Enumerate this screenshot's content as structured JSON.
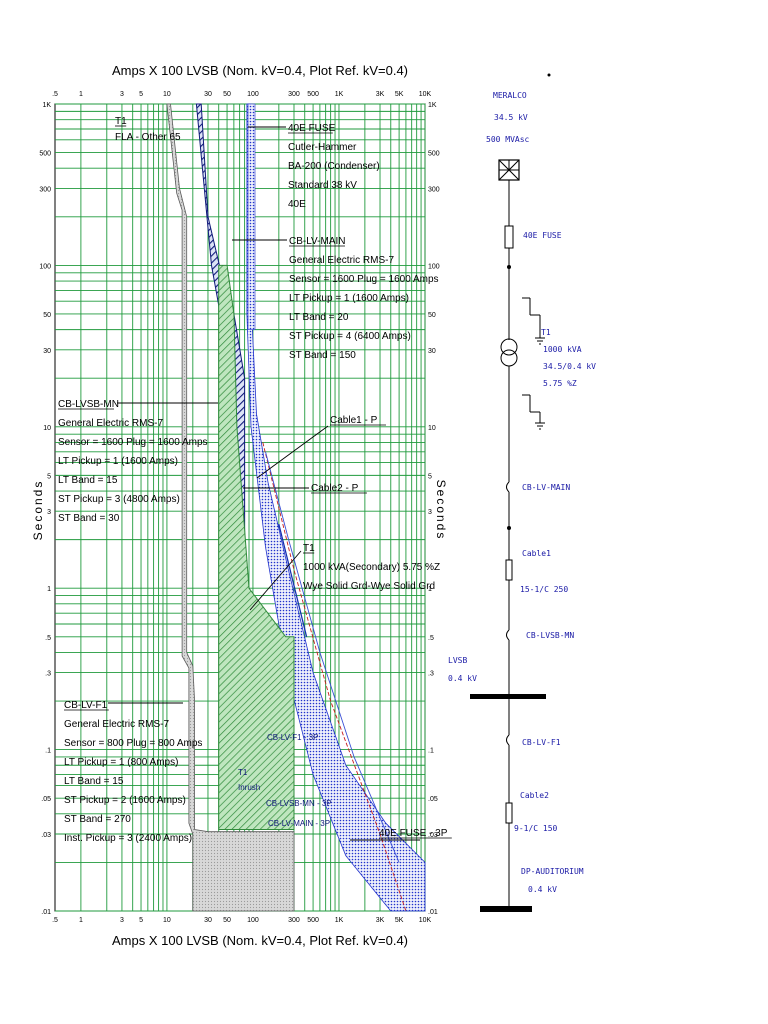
{
  "chart_data": {
    "type": "line",
    "title": "Amps  X  100   LVSB (Nom. kV=0.4, Plot Ref. kV=0.4)",
    "xlabel": "Amps  X  100   LVSB (Nom. kV=0.4, Plot Ref. kV=0.4)",
    "ylabel": "Seconds",
    "x_scale": "log",
    "y_scale": "log",
    "xlim": [
      0.5,
      10000
    ],
    "ylim": [
      0.01,
      1000
    ],
    "grid": true,
    "x_ticks": [
      {
        "v": 0.5,
        "t": ".5"
      },
      {
        "v": 1,
        "t": "1"
      },
      {
        "v": 3,
        "t": "3"
      },
      {
        "v": 5,
        "t": "5"
      },
      {
        "v": 10,
        "t": "10"
      },
      {
        "v": 30,
        "t": "30"
      },
      {
        "v": 50,
        "t": "50"
      },
      {
        "v": 100,
        "t": "100"
      },
      {
        "v": 300,
        "t": "300"
      },
      {
        "v": 500,
        "t": "500"
      },
      {
        "v": 1000,
        "t": "1K"
      },
      {
        "v": 3000,
        "t": "3K"
      },
      {
        "v": 5000,
        "t": "5K"
      },
      {
        "v": 10000,
        "t": "10K"
      }
    ],
    "y_ticks": [
      {
        "v": 1000,
        "t": "1K"
      },
      {
        "v": 500,
        "t": "500"
      },
      {
        "v": 300,
        "t": "300"
      },
      {
        "v": 100,
        "t": "100"
      },
      {
        "v": 50,
        "t": "50"
      },
      {
        "v": 30,
        "t": "30"
      },
      {
        "v": 10,
        "t": "10"
      },
      {
        "v": 5,
        "t": "5"
      },
      {
        "v": 3,
        "t": "3"
      },
      {
        "v": 1,
        "t": "1"
      },
      {
        "v": 0.5,
        "t": ".5"
      },
      {
        "v": 0.3,
        "t": ".3"
      },
      {
        "v": 0.1,
        "t": ".1"
      },
      {
        "v": 0.05,
        "t": ".05"
      },
      {
        "v": 0.03,
        "t": ".03"
      },
      {
        "v": 0.01,
        "t": ".01"
      }
    ],
    "x_grid": [
      1,
      2,
      3,
      4,
      5,
      6,
      7,
      8,
      9,
      10,
      20,
      30,
      40,
      50,
      60,
      70,
      80,
      90,
      100,
      200,
      300,
      400,
      500,
      600,
      700,
      800,
      900,
      1000,
      2000,
      3000,
      4000,
      5000,
      6000,
      7000,
      8000,
      9000,
      10000
    ],
    "y_grid": [
      0.01,
      0.02,
      0.03,
      0.04,
      0.05,
      0.06,
      0.07,
      0.08,
      0.09,
      0.1,
      0.2,
      0.3,
      0.4,
      0.5,
      0.6,
      0.7,
      0.8,
      0.9,
      1,
      2,
      3,
      4,
      5,
      6,
      7,
      8,
      9,
      10,
      20,
      30,
      40,
      50,
      60,
      70,
      80,
      90,
      100,
      200,
      300,
      400,
      500,
      600,
      700,
      800,
      900,
      1000
    ],
    "series": [
      {
        "name": "T1 FLA - Other 65",
        "color": "#c0c0c0",
        "points": [
          [
            11,
            1000
          ],
          [
            14,
            300
          ],
          [
            17,
            200
          ],
          [
            17,
            0.4
          ],
          [
            20,
            0.33
          ],
          [
            21,
            0.2
          ],
          [
            21,
            0.032
          ],
          [
            30,
            0.031
          ],
          [
            300,
            0.031
          ],
          [
            300,
            0.01
          ],
          [
            20,
            0.01
          ],
          [
            20,
            0.03
          ],
          [
            18,
            0.035
          ],
          [
            18,
            0.32
          ],
          [
            15,
            0.38
          ],
          [
            15,
            220
          ],
          [
            13,
            280
          ],
          [
            10,
            1000
          ]
        ]
      },
      {
        "name": "40E FUSE",
        "color": "#2233cc",
        "points": [
          [
            95,
            1000
          ],
          [
            95,
            60
          ],
          [
            110,
            12
          ],
          [
            150,
            4.5
          ],
          [
            250,
            1.4
          ],
          [
            500,
            0.3
          ],
          [
            1200,
            0.08
          ],
          [
            3500,
            0.035
          ],
          [
            10000,
            0.02
          ],
          [
            10000,
            0.01
          ],
          [
            4000,
            0.01
          ],
          [
            1200,
            0.022
          ],
          [
            500,
            0.07
          ],
          [
            250,
            0.3
          ],
          [
            140,
            1.8
          ],
          [
            95,
            10
          ],
          [
            85,
            50
          ],
          [
            85,
            1000
          ]
        ]
      },
      {
        "name": "CB-LV-MAIN",
        "color": "#101a7a",
        "points": [
          [
            25,
            1000
          ],
          [
            30,
            200
          ],
          [
            45,
            80
          ],
          [
            60,
            50
          ],
          [
            80,
            20
          ],
          [
            80,
            0.33
          ],
          [
            180,
            0.28
          ],
          [
            280,
            0.27
          ],
          [
            300,
            0.17
          ],
          [
            300,
            0.1
          ],
          [
            150,
            0.1
          ],
          [
            60,
            0.1
          ],
          [
            60,
            0.3
          ],
          [
            60,
            20
          ],
          [
            45,
            40
          ],
          [
            33,
            100
          ],
          [
            22,
            1000
          ]
        ]
      },
      {
        "name": "CB-LVSB-MN",
        "color": "#2f8a3a",
        "points": [
          [
            40,
            100
          ],
          [
            40,
            0.032
          ],
          [
            300,
            0.032
          ],
          [
            300,
            0.5
          ],
          [
            240,
            0.5
          ],
          [
            90,
            1
          ],
          [
            70,
            6
          ],
          [
            65,
            10
          ],
          [
            60,
            50
          ],
          [
            50,
            100
          ]
        ]
      },
      {
        "name": "Cable1 - P",
        "color": "#c81e1e",
        "points": [
          [
            130,
            8
          ],
          [
            300,
            1.3
          ],
          [
            800,
            0.2
          ],
          [
            3000,
            0.03
          ],
          [
            6000,
            0.01
          ]
        ]
      },
      {
        "name": "T1 1000 kVA(Secondary) 5.75 %Z",
        "color": "#1530b0",
        "points": [
          [
            200,
            2.5
          ],
          [
            420,
            0.5
          ]
        ]
      }
    ],
    "annotations": [
      {
        "lines": [
          "T1",
          "FLA - Other 65"
        ]
      },
      {
        "lines": [
          "40E FUSE",
          "Cutler-Hammer",
          "BA-200 (Condenser)",
          "Standard  38 kV",
          "40E"
        ]
      },
      {
        "lines": [
          "CB-LV-MAIN",
          "General Electric  RMS-7",
          "Sensor = 1600 Plug = 1600 Amps",
          "LT Pickup = 1 (1600 Amps)",
          "LT Band = 20",
          "ST Pickup = 4 (6400 Amps)",
          "ST Band = 150"
        ]
      },
      {
        "lines": [
          "CB-LVSB-MN",
          "General Electric  RMS-7",
          "Sensor = 1600 Plug = 1600 Amps",
          "LT Pickup = 1 (1600 Amps)",
          "LT Band = 15",
          "ST Pickup = 3 (4800 Amps)",
          "ST Band = 30"
        ]
      },
      {
        "lines": [
          "Cable1 - P"
        ]
      },
      {
        "lines": [
          "Cable2 - P"
        ]
      },
      {
        "lines": [
          "T1",
          "1000 kVA(Secondary)  5.75 %Z",
          "Wye Solid Grd-Wye Solid Grd"
        ]
      },
      {
        "lines": [
          "CB-LV-F1",
          "General Electric  RMS-7",
          "Sensor = 800 Plug = 800 Amps",
          "LT Pickup = 1 (800 Amps)",
          "LT Band = 15",
          "ST Pickup = 2 (1600 Amps)",
          "ST Band = 270",
          "Inst. Pickup = 3 (2400 Amps)"
        ]
      },
      {
        "lines": [
          "40E FUSE - 3P"
        ]
      },
      {
        "lines": [
          "T1",
          "Inrush"
        ]
      },
      {
        "lines": [
          "CB-LV-F1 - 3P"
        ]
      },
      {
        "lines": [
          "CB-LVSB-MN - 3P"
        ]
      },
      {
        "lines": [
          "CB-LV-MAIN - 3P"
        ]
      }
    ]
  },
  "one_line": {
    "source": [
      "MERALCO",
      "34.5 kV",
      "500 MVAsc"
    ],
    "fuse": "40E FUSE",
    "transformer": [
      "T1",
      "1000 kVA",
      "34.5/0.4 kV",
      "5.75 %Z"
    ],
    "breaker_main": "CB-LV-MAIN",
    "cable1": [
      "Cable1",
      "15-1/C 250"
    ],
    "breaker_lvsb": "CB-LVSB-MN",
    "bus_lvsb": [
      "LVSB",
      "0.4 kV"
    ],
    "breaker_f1": "CB-LV-F1",
    "cable2": [
      "Cable2",
      "9-1/C 150"
    ],
    "load": [
      "DP-AUDITORIUM",
      "0.4 kV"
    ]
  },
  "colors": {
    "grid": "#1f9a3c",
    "gray_fill": "#c0c0c0",
    "fuse_fill": "#2233cc",
    "main_fill": "#101a7a",
    "lvsb_fill": "#2f8a3a",
    "cable1": "#c81e1e",
    "one_line_text": "#1a1aa6"
  }
}
